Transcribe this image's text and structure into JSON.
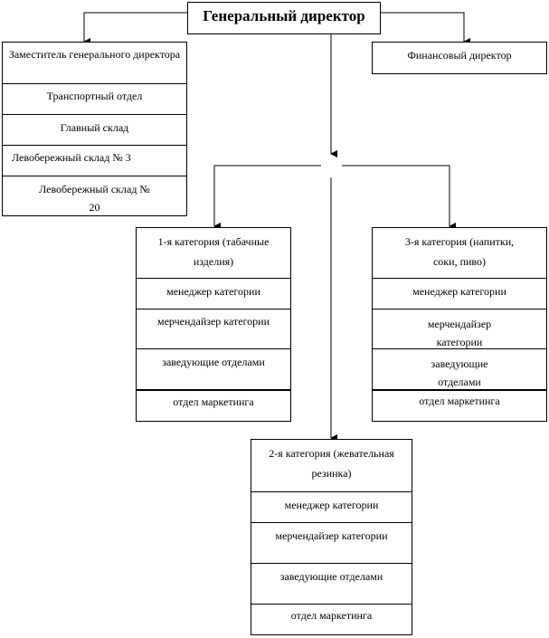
{
  "ceo": "Генеральный директор",
  "deputy": {
    "title": "Заместитель генерального директора",
    "items": [
      "Транспортный отдел",
      "Главный склад",
      "Левобережный склад № 3",
      "Левобережный склад № 20"
    ]
  },
  "cfo": "Финансовый директор",
  "cat1": {
    "title": "1-я категория (табачные изделия)",
    "items": [
      "менеджер категории",
      "мерчендайзер категории",
      "заведующие отделами",
      "отдел маркетинга"
    ]
  },
  "cat3": {
    "title": "3-я категория (напитки, соки, пиво)",
    "items": [
      "менеджер категории",
      "мерчендайзер категории",
      "заведующие отделами",
      "отдел маркетинга"
    ]
  },
  "cat2": {
    "title": "2-я категория (жевательная резинка)",
    "items": [
      "менеджер категории",
      "мерчендайзер категории",
      "заведующие отделами",
      "отдел маркетинга"
    ]
  }
}
